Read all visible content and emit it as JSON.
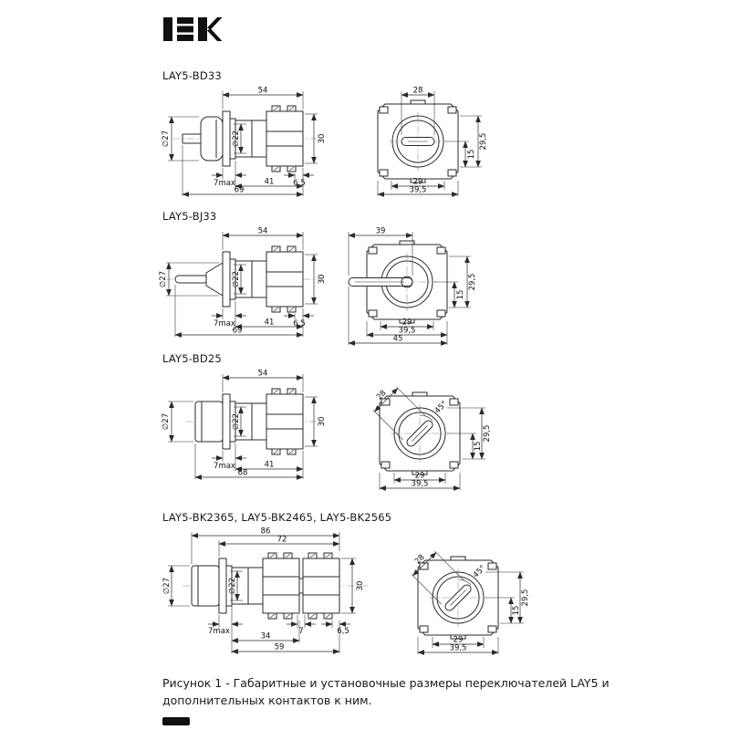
{
  "logo": {
    "text": "IEK"
  },
  "figures": [
    {
      "title": "LAY5-BD33",
      "side": {
        "width_body": "54",
        "dia_actuator": "∅27",
        "dia_mount": "∅22",
        "height_block": "30",
        "panel_max": "7max",
        "tail": "6,5",
        "width_mid": "41",
        "width_total": "69"
      },
      "front": {
        "width_top": "28",
        "height_outer": "29,5",
        "height_inner": "15",
        "width_inner": "29",
        "width_outer": "39,5"
      }
    },
    {
      "title": "LAY5-BJ33",
      "side": {
        "width_body": "54",
        "dia_actuator": "∅27",
        "dia_mount": "∅22",
        "height_block": "30",
        "panel_max": "7max",
        "tail": "6,5",
        "width_mid": "41",
        "width_total": "69"
      },
      "front": {
        "width_top": "39",
        "height_outer": "29,5",
        "height_inner": "15",
        "width_inner": "29",
        "width_outer": "39,5",
        "width_full": "45"
      }
    },
    {
      "title": "LAY5-BD25",
      "side": {
        "width_body": "54",
        "dia_actuator": "∅27",
        "dia_mount": "∅22",
        "height_block": "30",
        "panel_max": "7max",
        "width_mid": "41",
        "width_total": "68"
      },
      "front": {
        "width_diag": "28",
        "angle": "45°",
        "height_outer": "29,5",
        "height_inner": "15",
        "width_inner": "29",
        "width_outer": "39,5"
      }
    },
    {
      "title": "LAY5-BK2365, LAY5-BK2465, LAY5-BK2565",
      "side": {
        "width_total": "86",
        "width_sub": "72",
        "dia_actuator": "∅27",
        "dia_mount": "∅22",
        "height_block": "30",
        "panel_max": "7max",
        "gap": "7",
        "tail": "6,5",
        "width_34": "34",
        "width_59": "59"
      },
      "front": {
        "width_diag": "28",
        "angle": "45°",
        "height_outer": "29,5",
        "height_inner": "15",
        "width_inner": "29",
        "width_outer": "39,5"
      }
    }
  ],
  "caption": "Рисунок 1 - Габаритные и установочные размеры переключателей LAY5 и дополнительных контактов к ним."
}
